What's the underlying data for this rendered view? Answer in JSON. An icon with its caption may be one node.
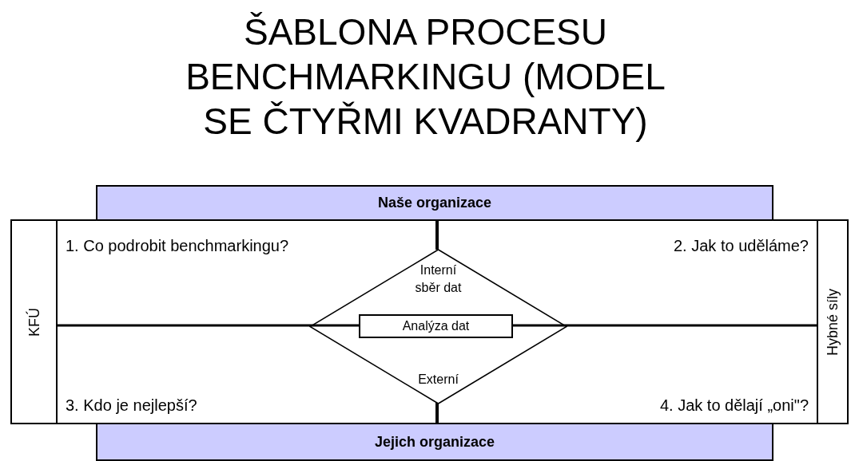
{
  "diagram": {
    "title": "ŠABLONA PROCESU BENCHMARKINGU (MODEL SE ČTYŘMI KVADRANTY)",
    "nodes": [
      {
        "text": [
          "Naše organizace"
        ]
      },
      {
        "text": [
          "KFÚ"
        ]
      },
      {
        "text": [],
        "shape": "box"
      },
      {
        "text": [
          "1. Co podrobit benchmarkingu?"
        ],
        "in": 2
      },
      {
        "text": [
          "2. Jak to uděláme?"
        ],
        "in": 2
      },
      {
        "text": [
          "Interní sběr dat",
          "Externí"
        ],
        "in": 2
      },
      {
        "text": [
          "Analýza dat"
        ],
        "in": 5
      },
      {
        "text": [
          "3. Kdo je nejlepší?"
        ],
        "in": 2
      },
      {
        "text": [
          "4. Jak to dělají „oni\"?"
        ],
        "in": 2
      },
      {
        "text": [
          "Hybné síly"
        ]
      },
      {
        "text": [
          "Jejich organizace"
        ]
      }
    ],
    "edges": []
  }
}
